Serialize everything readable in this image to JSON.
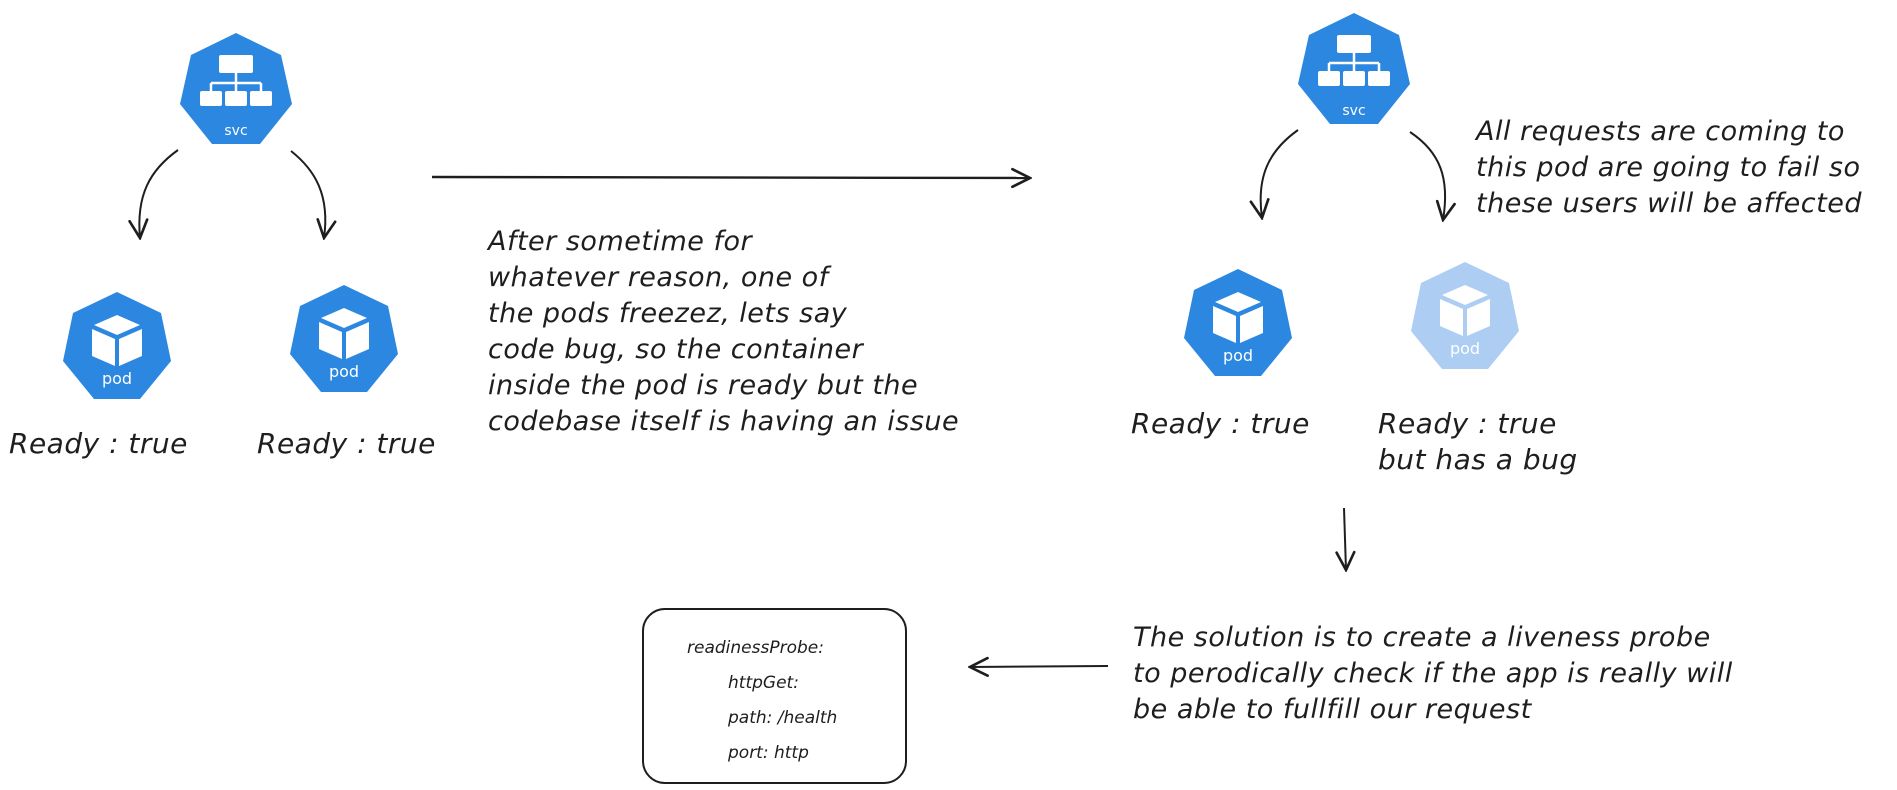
{
  "icons": {
    "service_label": "svc",
    "pod_label": "pod"
  },
  "colors": {
    "k8s_blue": "#2c87e0",
    "faded_pod": "#a9cbf3",
    "stroke": "#1e1e1e"
  },
  "left_diagram": {
    "pod1_status": "Ready : true",
    "pod2_status": "Ready : true"
  },
  "transition_note": {
    "lines": [
      "After sometime for",
      "whatever reason, one of",
      "the pods freezez, lets say",
      "code bug, so the container",
      "inside the pod is ready but the",
      "codebase itself is having an issue"
    ]
  },
  "right_diagram": {
    "pod1_status": "Ready : true",
    "pod2_status_lines": [
      "Ready : true",
      "but has a bug"
    ],
    "failure_note_lines": [
      "All requests are coming to",
      "this pod are going to fail so",
      "these users will be affected"
    ]
  },
  "solution_note": {
    "lines": [
      "The solution is to create a liveness probe",
      "to perodically check if the app is really will",
      "be able to fullfill our request"
    ]
  },
  "probe_config": {
    "lines": [
      "readinessProbe:",
      "httpGet:",
      "path: /health",
      "port: http"
    ]
  }
}
